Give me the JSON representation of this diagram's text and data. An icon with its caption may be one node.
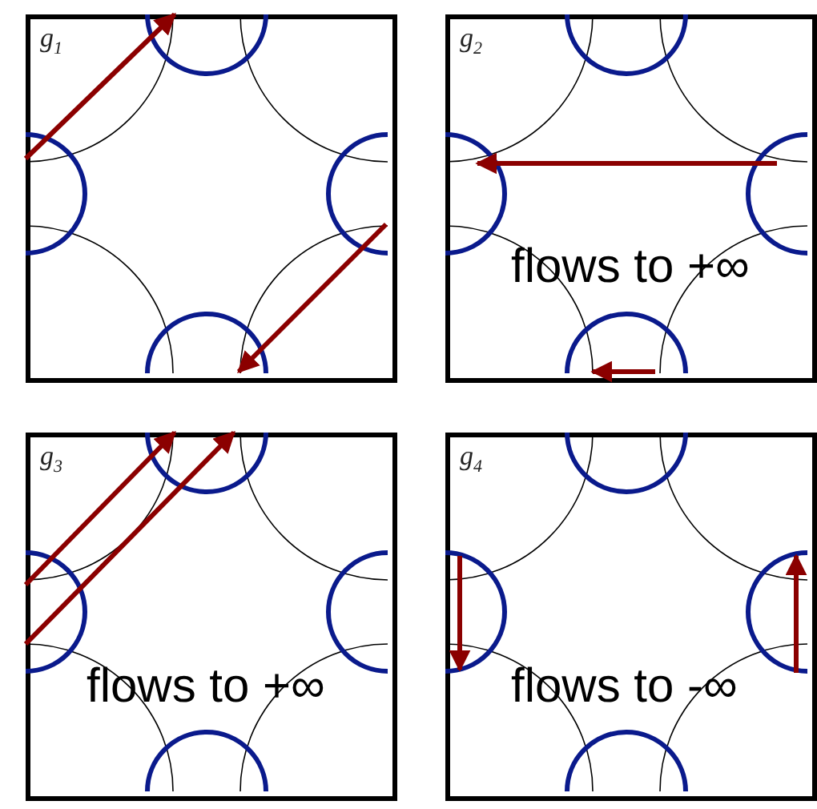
{
  "diagram": {
    "nodes": [
      {
        "text": [
          "g$_{1}$"
        ]
      },
      {
        "text": [
          "g$_{2}$",
          "flows to +∞"
        ]
      },
      {
        "text": [
          "g$_{3}$",
          "flows to +∞"
        ]
      },
      {
        "text": [
          "g$_{4}$",
          "flows to -∞"
        ]
      }
    ]
  }
}
